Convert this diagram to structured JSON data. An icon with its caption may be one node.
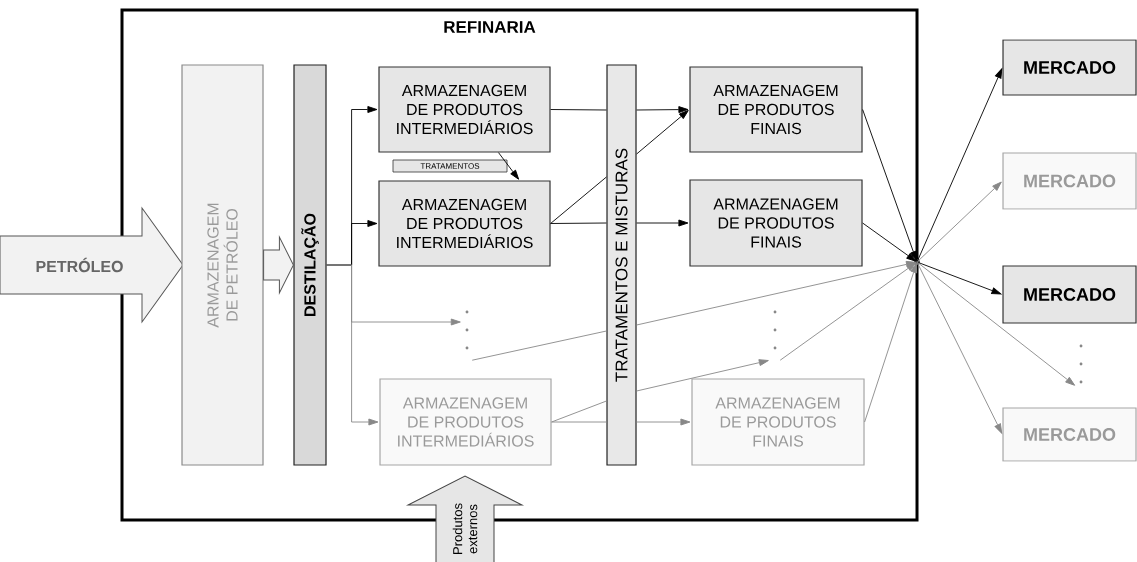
{
  "diagram": {
    "nodes": [
      {
        "text": [
          "REFINARIA"
        ]
      },
      {
        "text": [
          "PETRÓLEO"
        ]
      },
      {
        "text": [
          "ARMAZENAGEM DE PETRÓLEO"
        ],
        "in": 0
      },
      {
        "text": [
          "DESTILAÇÃO"
        ],
        "in": 0
      },
      {
        "text": [
          "ARMAZENAGEM DE PRODUTOS INTERMEDIÁRIOS"
        ],
        "in": 0
      },
      {
        "text": [
          "TRATAMENTOS"
        ],
        "in": 0
      },
      {
        "text": [
          "ARMAZENAGEM DE PRODUTOS INTERMEDIÁRIOS"
        ],
        "in": 0
      },
      {
        "text": [],
        "shape": "dots",
        "in": 0
      },
      {
        "text": [
          "ARMAZENAGEM DE PRODUTOS INTERMEDIÁRIOS"
        ],
        "in": 0
      },
      {
        "text": [
          "TRATAMENTOS E MISTURAS"
        ],
        "in": 0
      },
      {
        "text": [
          "ARMAZENAGEM DE PRODUTOS FINAIS"
        ],
        "in": 0
      },
      {
        "text": [
          "ARMAZENAGEM DE PRODUTOS FINAIS"
        ],
        "in": 0
      },
      {
        "text": [],
        "shape": "dots",
        "in": 0
      },
      {
        "text": [
          "ARMAZENAGEM DE PRODUTOS FINAIS"
        ],
        "in": 0
      },
      {
        "text": [
          "Produtos externos"
        ]
      },
      {
        "text": [
          "MERCADO"
        ]
      },
      {
        "text": [
          "MERCADO"
        ]
      },
      {
        "text": [
          "MERCADO"
        ]
      },
      {
        "text": [],
        "shape": "dots"
      },
      {
        "text": [
          "MERCADO"
        ]
      },
      {
        "text": [],
        "shape": "point"
      }
    ],
    "edges": [
      {
        "from": 3,
        "to": 4,
        "arrow": "to"
      },
      {
        "from": 3,
        "to": 6,
        "arrow": "to"
      },
      {
        "from": 3,
        "to": 7,
        "arrow": "to",
        "color": "#888888"
      },
      {
        "from": 3,
        "to": 8,
        "arrow": "to",
        "color": "#888888"
      },
      {
        "from": 4,
        "to": 6,
        "arrow": "to"
      },
      {
        "from": 4,
        "to": 9,
        "arrow": "none"
      },
      {
        "from": 9,
        "to": 10,
        "arrow": "to"
      },
      {
        "from": 6,
        "to": 9,
        "arrow": "none"
      },
      {
        "from": 9,
        "to": 10,
        "arrow": "to"
      },
      {
        "from": 6,
        "to": 9,
        "arrow": "none"
      },
      {
        "from": 9,
        "to": 11,
        "arrow": "to"
      },
      {
        "from": 7,
        "to": 9,
        "arrow": "none",
        "color": "#888888"
      },
      {
        "from": 9,
        "to": 20,
        "arrow": "to",
        "color": "#888888"
      },
      {
        "from": 8,
        "to": 9,
        "arrow": "none",
        "color": "#888888"
      },
      {
        "from": 9,
        "to": 13,
        "arrow": "to",
        "color": "#888888"
      },
      {
        "from": 8,
        "to": 9,
        "arrow": "none",
        "color": "#888888"
      },
      {
        "from": 9,
        "to": 12,
        "arrow": "to",
        "color": "#888888"
      },
      {
        "from": 10,
        "to": 20,
        "arrow": "to"
      },
      {
        "from": 11,
        "to": 20,
        "arrow": "to"
      },
      {
        "from": 12,
        "to": 20,
        "arrow": "to",
        "color": "#888888"
      },
      {
        "from": 13,
        "to": 20,
        "arrow": "to",
        "color": "#888888"
      },
      {
        "from": 20,
        "to": 15,
        "arrow": "to"
      },
      {
        "from": 20,
        "to": 16,
        "arrow": "to",
        "color": "#888888"
      },
      {
        "from": 20,
        "to": 17,
        "arrow": "to"
      },
      {
        "from": 20,
        "to": 18,
        "arrow": "to",
        "color": "#888888"
      },
      {
        "from": 20,
        "to": 19,
        "arrow": "to",
        "color": "#888888"
      },
      {
        "from": 2,
        "to": 3,
        "arrow": "to",
        "style": "thick"
      }
    ]
  }
}
